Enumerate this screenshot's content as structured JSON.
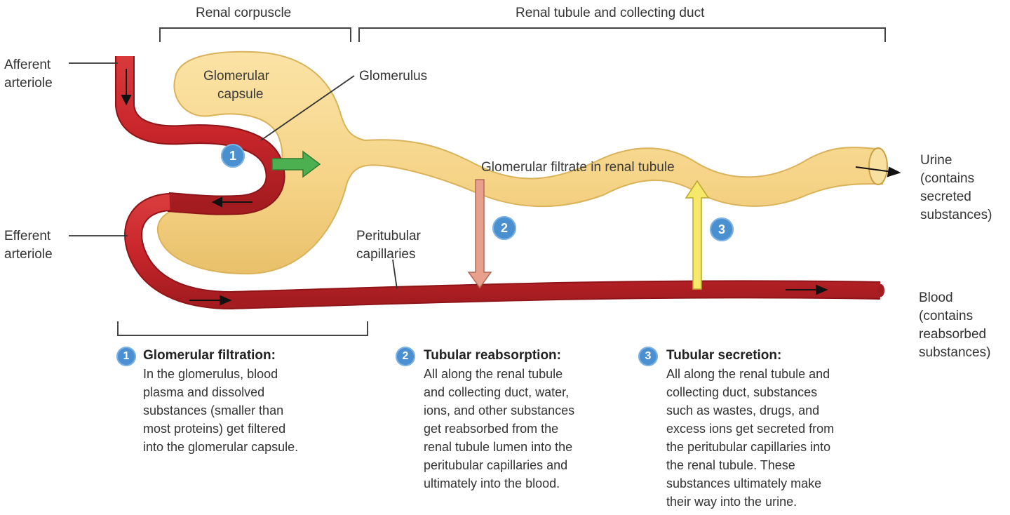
{
  "headers": {
    "renal_corpuscle": "Renal corpuscle",
    "renal_tubule": "Renal tubule and collecting duct"
  },
  "labels": {
    "afferent_line1": "Afferent",
    "afferent_line2": "arteriole",
    "efferent_line1": "Efferent",
    "efferent_line2": "arteriole",
    "glomerular_capsule_line1": "Glomerular",
    "glomerular_capsule_line2": "capsule",
    "glomerulus": "Glomerulus",
    "filtrate": "Glomerular filtrate in renal tubule",
    "peritubular_line1": "Peritubular",
    "peritubular_line2": "capillaries",
    "urine": [
      "Urine",
      "(contains",
      "secreted",
      "substances)"
    ],
    "blood": [
      "Blood",
      "(contains",
      "reabsorbed",
      "substances)"
    ]
  },
  "badges": {
    "one": "1",
    "two": "2",
    "three": "3"
  },
  "steps": [
    {
      "number": "1",
      "title": "Glomerular filtration:",
      "lines": [
        "In the glomerulus, blood",
        "plasma and dissolved",
        "substances (smaller than",
        "most proteins) get filtered",
        "into the glomerular capsule."
      ]
    },
    {
      "number": "2",
      "title": "Tubular reabsorption:",
      "lines": [
        "All along the renal tubule",
        "and collecting duct, water,",
        "ions, and other substances",
        "get reabsorbed from the",
        "renal tubule lumen into the",
        "peritubular capillaries and",
        "ultimately into the blood."
      ]
    },
    {
      "number": "3",
      "title": "Tubular secretion:",
      "lines": [
        "All along the renal tubule and",
        "collecting duct, substances",
        "such as wastes, drugs, and",
        "excess ions get secreted from",
        "the peritubular capillaries into",
        "the renal tubule. These",
        "substances ultimately make",
        "their way into the urine."
      ]
    }
  ],
  "colors": {
    "vessel": "#c8262b",
    "vessel_dark": "#8f1418",
    "tubule": "#f7d98c",
    "tubule_edge": "#d9b25a",
    "filtration_arrow": "#4caf50",
    "reabsorption_arrow": "#e8a08c",
    "secretion_arrow": "#f5e86a",
    "badge": "#4a8fd0"
  }
}
